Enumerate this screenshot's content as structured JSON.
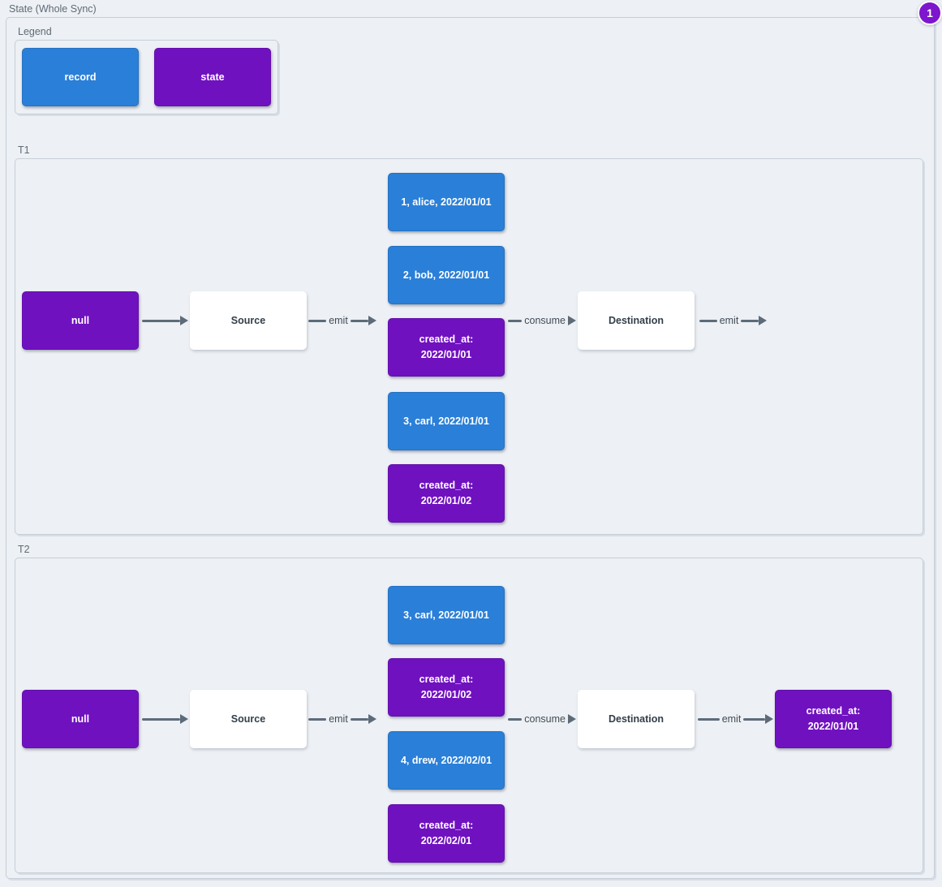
{
  "page": {
    "title": "State (Whole Sync)",
    "badge": {
      "label": "1"
    }
  },
  "colors": {
    "record": "#2a7fd8",
    "state": "#7011c0",
    "plain_node": "#ffffff",
    "arrow": "#5d6b79",
    "background": "#edf0f4",
    "badge": "#7d16cc"
  },
  "legend": {
    "label": "Legend",
    "items": [
      {
        "label": "record",
        "type": "record"
      },
      {
        "label": "state",
        "type": "state"
      }
    ]
  },
  "t1": {
    "label": "T1",
    "state_in": "null",
    "source": "Source",
    "destination": "Destination",
    "edges": {
      "emit_source": "emit",
      "consume": "consume",
      "emit_dest": "emit"
    },
    "queue": [
      {
        "label": "1, alice, 2022/01/01",
        "type": "record"
      },
      {
        "label": "2, bob, 2022/01/01",
        "type": "record"
      },
      {
        "label": "created_at:\n2022/01/01",
        "type": "state"
      },
      {
        "label": "3, carl, 2022/01/01",
        "type": "record"
      },
      {
        "label": "created_at:\n2022/01/02",
        "type": "state"
      }
    ]
  },
  "t2": {
    "label": "T2",
    "state_in": "null",
    "source": "Source",
    "destination": "Destination",
    "state_out": "created_at:\n2022/01/01",
    "edges": {
      "emit_source": "emit",
      "consume": "consume",
      "emit_dest": "emit"
    },
    "queue": [
      {
        "label": "3, carl, 2022/01/01",
        "type": "record"
      },
      {
        "label": "created_at:\n2022/01/02",
        "type": "state"
      },
      {
        "label": "4, drew, 2022/02/01",
        "type": "record"
      },
      {
        "label": "created_at:\n2022/02/01",
        "type": "state"
      }
    ]
  }
}
